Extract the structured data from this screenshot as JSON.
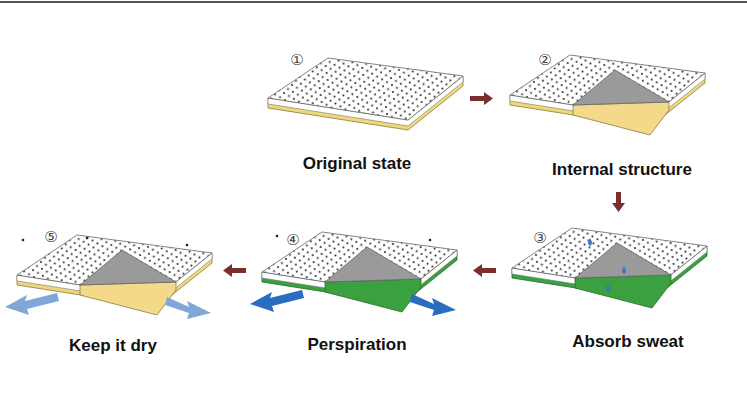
{
  "diagram": {
    "labels": [
      "①",
      "Original state",
      "②",
      "Internal structure",
      "③",
      "Absorb sweat",
      "④",
      "Perspiration",
      "⑤",
      "Keep it dry"
    ]
  }
}
